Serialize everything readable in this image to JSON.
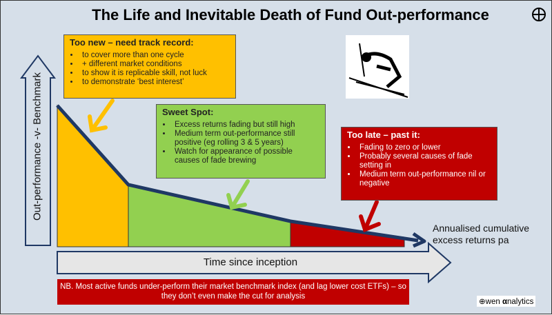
{
  "title": "The Life and Inevitable Death of Fund Out-performance",
  "y_axis_label": "Out-performance -v- Benchmark",
  "x_axis_label": "Time since inception",
  "curve_label": "Annualised cumulative excess returns pa",
  "phases": [
    {
      "heading": "Too new – need track record:",
      "color": "#ffc000",
      "bullets": [
        "to cover more than one cycle",
        "+ different market conditions",
        "to show it is replicable skill, not luck",
        "to demonstrate ‘best interest’"
      ]
    },
    {
      "heading": "Sweet Spot:",
      "color": "#92d050",
      "bullets": [
        "Excess returns fading but still high",
        "Medium term out-performance still positive (eg rolling 3 & 5 years)",
        "Watch for appearance of possible causes of fade brewing"
      ]
    },
    {
      "heading": "Too late – past it:",
      "color": "#c00000",
      "bullets": [
        "Fading to zero or lower",
        "Probably several causes of fade setting in",
        "Medium term out-performance nil or negative"
      ]
    }
  ],
  "note": "NB. Most active funds under-perform their market benchmark index (and lag lower cost ETFs) – so they don’t even make the cut for analysis",
  "logo": {
    "prefix": "wen ",
    "alpha": "α",
    "suffix": "nalytics"
  },
  "curve_color": "#1f3864"
}
